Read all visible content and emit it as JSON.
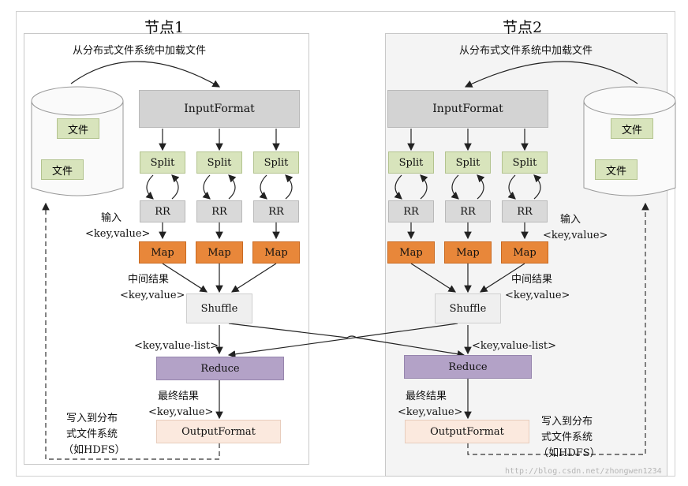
{
  "node1": {
    "title": "节点1",
    "load_label": "从分布式文件系统中加载文件",
    "files": [
      "文件",
      "文件"
    ],
    "input_format": "InputFormat",
    "splits": [
      "Split",
      "Split",
      "Split"
    ],
    "rrs": [
      "RR",
      "RR",
      "RR"
    ],
    "maps": [
      "Map",
      "Map",
      "Map"
    ],
    "input_kv": "输入",
    "input_kv2": "<key,value>",
    "mid_label": "中间结果",
    "mid_label2": "<key,value>",
    "shuffle": "Shuffle",
    "list_label": "<key,value-list>",
    "reduce": "Reduce",
    "final_label": "最终结果",
    "final_label2": "<key,value>",
    "write_label1": "写入到分布",
    "write_label2": "式文件系统",
    "write_label3": "（如HDFS）",
    "output_format": "OutputFormat"
  },
  "node2": {
    "title": "节点2",
    "load_label": "从分布式文件系统中加载文件",
    "files": [
      "文件",
      "文件"
    ],
    "input_format": "InputFormat",
    "splits": [
      "Split",
      "Split",
      "Split"
    ],
    "rrs": [
      "RR",
      "RR",
      "RR"
    ],
    "maps": [
      "Map",
      "Map",
      "Map"
    ],
    "input_kv": "输入",
    "input_kv2": "<key,value>",
    "mid_label": "中间结果",
    "mid_label2": "<key,value>",
    "shuffle": "Shuffle",
    "list_label": "<key,value-list>",
    "reduce": "Reduce",
    "final_label": "最终结果",
    "final_label2": "<key,value>",
    "write_label1": "写入到分布",
    "write_label2": "式文件系统",
    "write_label3": "（如HDFS）",
    "output_format": "OutputFormat"
  },
  "watermark": "http://blog.csdn.net/zhongwen1234"
}
